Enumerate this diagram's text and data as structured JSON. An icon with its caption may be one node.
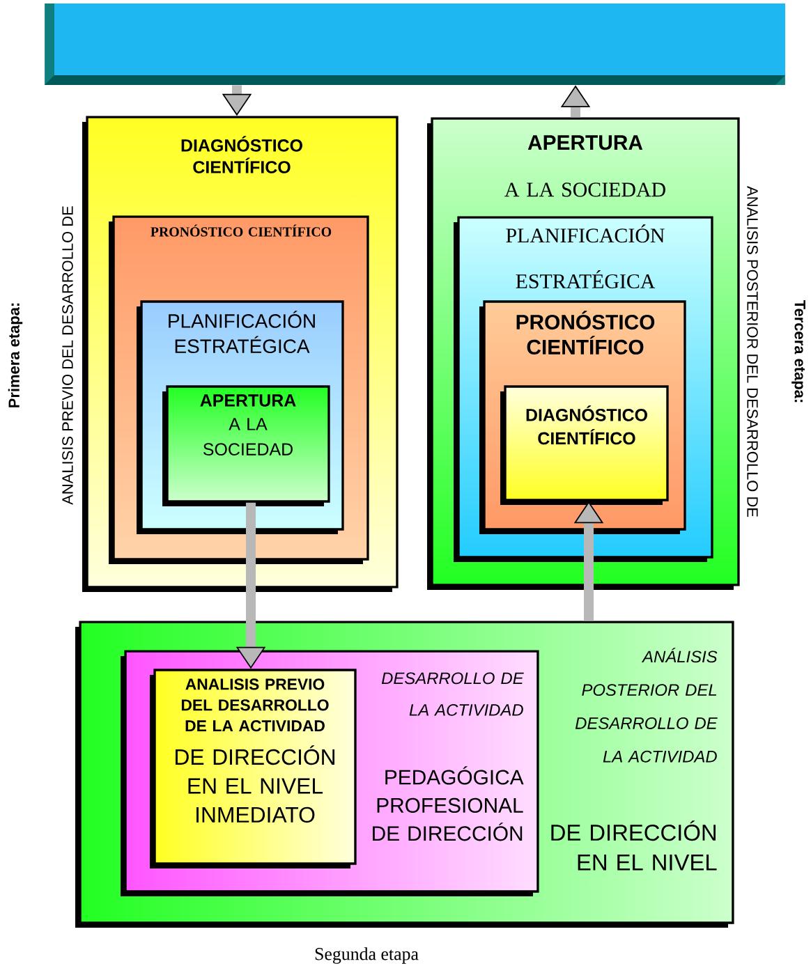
{
  "diagram": {
    "nodes": [
      {
        "text": [],
        "shape": "box"
      },
      {
        "text": [
          "DIAGNÓSTICO CIENTÍFICO"
        ]
      },
      {
        "text": [
          "PRONÓSTICO CIENTÍFICO"
        ],
        "in": 1
      },
      {
        "text": [
          "PLANIFICACIÓN ESTRATÉGICA"
        ],
        "in": 2
      },
      {
        "text": [
          "APERTURA",
          "A LA SOCIEDAD"
        ],
        "in": 3
      },
      {
        "text": [
          "APERTURA",
          "A LA SOCIEDAD"
        ]
      },
      {
        "text": [
          "PLANIFICACIÓN ESTRATÉGICA"
        ],
        "in": 5
      },
      {
        "text": [
          "PRONÓSTICO CIENTÍFICO"
        ],
        "in": 6
      },
      {
        "text": [
          "DIAGNÓSTICO CIENTÍFICO"
        ],
        "in": 7
      },
      {
        "text": [
          "ANÁLISIS POSTERIOR DEL DESARROLLO DE LA ACTIVIDAD",
          "DE DIRECCIÓN EN EL NIVEL"
        ]
      },
      {
        "text": [
          "DESARROLLO DE LA ACTIVIDAD",
          "PEDAGÓGICA PROFESIONAL DE DIRECCIÓN"
        ],
        "in": 9
      },
      {
        "text": [
          "ANALISIS PREVIO DEL DESARROLLO DE LA ACTIVIDAD",
          "DE DIRECCIÓN EN EL NIVEL INMEDIATO"
        ],
        "in": 10
      }
    ],
    "edges": [
      {
        "from": 0,
        "to": 1,
        "arrow": "to"
      },
      {
        "from": 5,
        "to": 0,
        "arrow": "to"
      },
      {
        "from": 4,
        "to": 11,
        "arrow": "to"
      },
      {
        "from": 9,
        "to": 8,
        "arrow": "to"
      }
    ],
    "labels": [
      "Primera etapa:",
      "ANALISIS PREVIO DEL DESARROLLO DE",
      "ANALISIS POSTERIOR DEL DESARROLLO DE",
      "Tercera etapa:",
      "Segunda etapa"
    ]
  }
}
